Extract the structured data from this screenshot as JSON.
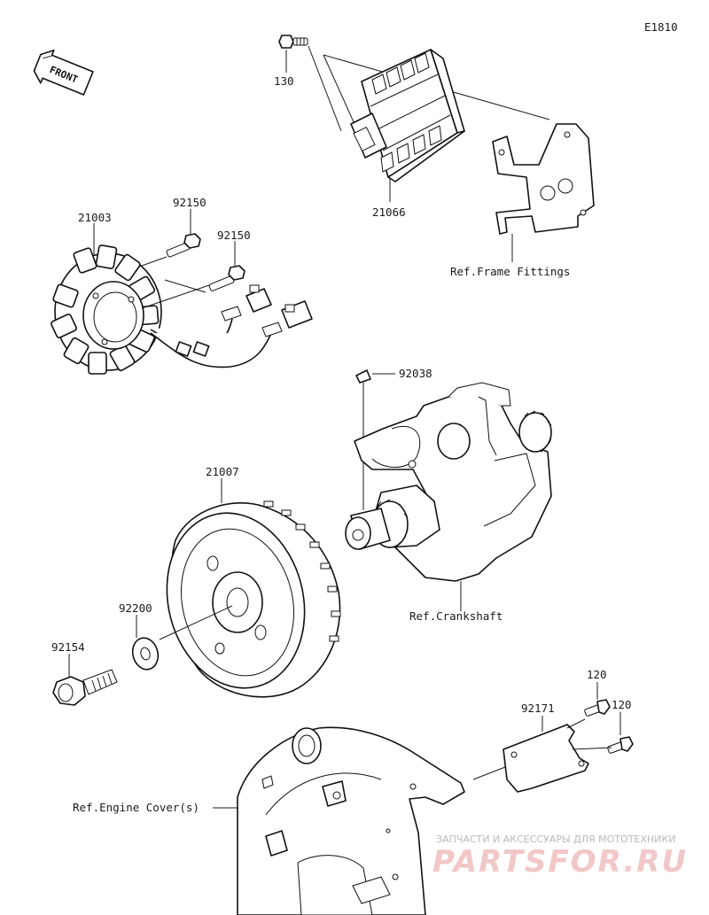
{
  "diagram_code": "E1810",
  "front_arrow_label": "FRONT",
  "parts": {
    "p130": "130",
    "p21066": "21066",
    "p21003": "21003",
    "p92150a": "92150",
    "p92150b": "92150",
    "p92038": "92038",
    "p21007": "21007",
    "p92200": "92200",
    "p92154": "92154",
    "p120a": "120",
    "p120b": "120",
    "p92171": "92171"
  },
  "references": {
    "frame_fittings": "Ref.Frame Fittings",
    "crankshaft": "Ref.Crankshaft",
    "engine_covers": "Ref.Engine Cover(s)"
  },
  "watermark": {
    "tagline": "ЗАПЧАСТИ И АКСЕССУАРЫ ДЛЯ МОТОТЕХНИКИ",
    "brand": "PARTSFOR.RU"
  }
}
